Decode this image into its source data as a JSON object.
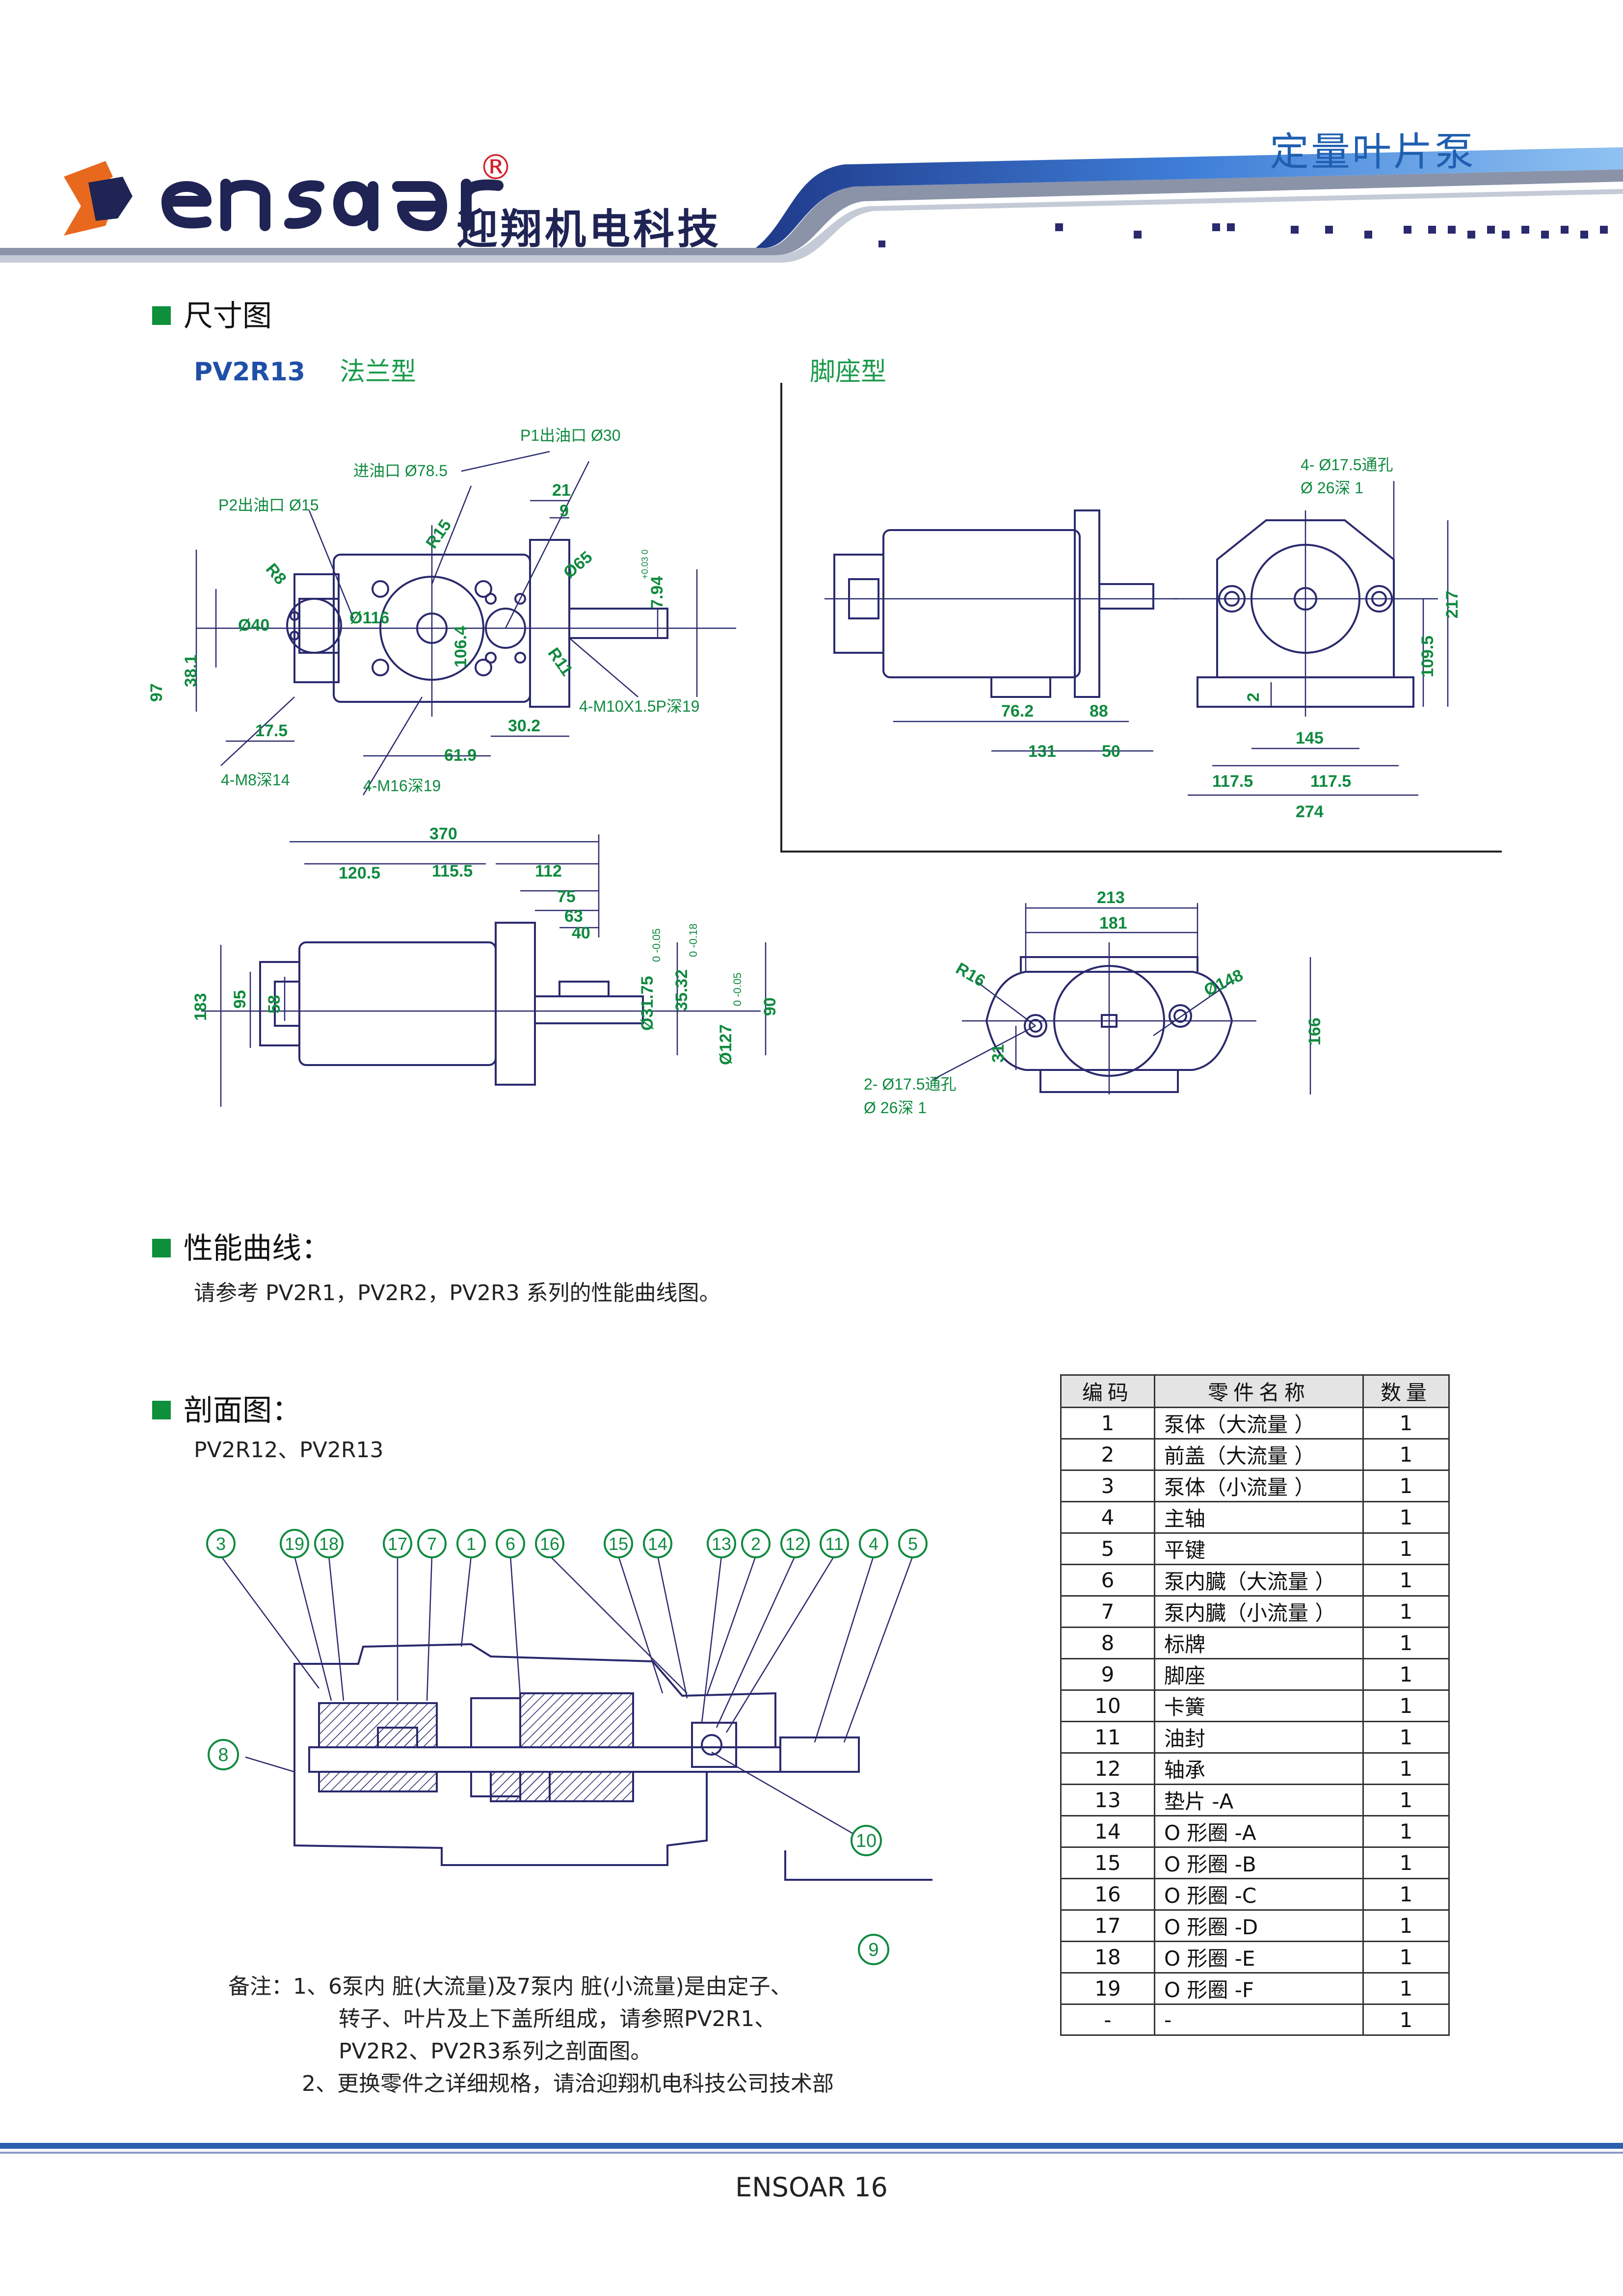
{
  "header": {
    "brand_name": "ensoar",
    "registered_mark": "®",
    "company_cn": "迎翔机电科技",
    "category": "定量叶片泵"
  },
  "sections": {
    "dimension_title": "尺寸图",
    "performance_title": "性能曲线：",
    "performance_text": "请参考 PV2R1，PV2R2，PV2R3 系列的性能曲线图。",
    "section_title": "剖面图：",
    "section_models": "PV2R12、PV2R13"
  },
  "flange_view": {
    "model": "PV2R13",
    "type": "法兰型",
    "labels": {
      "p1_outlet": "P1出油口 Ø30",
      "inlet": "进油口 Ø78.5",
      "p2_outlet": "P2出油口 Ø15",
      "d21": "21",
      "d9": "9",
      "r8": "R8",
      "r15": "R15",
      "d65": "Ø65",
      "d794": "7.94",
      "d794_tol": "+0.03 0",
      "d40": "Ø40",
      "d116": "Ø116",
      "d1064": "106.4",
      "r11": "R11",
      "d97": "97",
      "d381": "38.1",
      "d175": "17.5",
      "d302": "30.2",
      "d619": "61.9",
      "m10": "4-M10X1.5P深19",
      "m8": "4-M8深14",
      "m16": "4-M16深19",
      "d370": "370",
      "d1205": "120.5",
      "d1155": "115.5",
      "d112": "112",
      "d75": "75",
      "d63": "63",
      "d40b": "40",
      "d183": "183",
      "d95": "95",
      "d58": "58",
      "d3175": "Ø31.75",
      "d3175_tol": "0 -0.05",
      "d3532": "35.32",
      "d3532_tol": "0 -0.18",
      "d127": "Ø127",
      "d127_tol": "0 -0.05",
      "d90": "90"
    }
  },
  "foot_view": {
    "type": "脚座型",
    "labels": {
      "holes": "4- Ø17.5通孔",
      "counterbore": "Ø 26深 1",
      "d217": "217",
      "d1095": "109.5",
      "d2": "2",
      "d762": "76.2",
      "d88": "88",
      "d131": "131",
      "d50": "50",
      "d145": "145",
      "d1175a": "117.5",
      "d1175b": "117.5",
      "d274": "274"
    }
  },
  "flange_end_view": {
    "labels": {
      "d213": "213",
      "d181": "181",
      "r16": "R16",
      "d148": "Ø148",
      "d31": "31",
      "d166": "166",
      "holes": "2- Ø17.5通孔",
      "counterbore": "Ø 26深 1"
    }
  },
  "section_view": {
    "top_balloons": [
      "3",
      "19",
      "18",
      "17",
      "7",
      "1",
      "6",
      "16",
      "15",
      "14",
      "13",
      "2",
      "12",
      "11",
      "4",
      "5"
    ],
    "side_balloons": [
      "8",
      "10",
      "9"
    ]
  },
  "notes": {
    "line1": "备注：1、6泵内 脏(大流量)及7泵内 脏(小流量)是由定子、",
    "line2": "转子、叶片及上下盖所组成，请参照PV2R1、",
    "line3": "PV2R2、PV2R3系列之剖面图。",
    "line4": "2、更换零件之详细规格，请洽迎翔机电科技公司技术部"
  },
  "parts_table": {
    "headers": [
      "编码",
      "零件名称",
      "数量"
    ],
    "rows": [
      {
        "no": "1",
        "name": "泵体（大流量 ）",
        "qty": "1"
      },
      {
        "no": "2",
        "name": "前盖（大流量 ）",
        "qty": "1"
      },
      {
        "no": "3",
        "name": "泵体（小流量 ）",
        "qty": "1"
      },
      {
        "no": "4",
        "name": "主轴",
        "qty": "1"
      },
      {
        "no": "5",
        "name": "平键",
        "qty": "1"
      },
      {
        "no": "6",
        "name": "泵内臓（大流量 ）",
        "qty": "1"
      },
      {
        "no": "7",
        "name": "泵内臓（小流量 ）",
        "qty": "1"
      },
      {
        "no": "8",
        "name": "标牌",
        "qty": "1"
      },
      {
        "no": "9",
        "name": "脚座",
        "qty": "1"
      },
      {
        "no": "10",
        "name": "卡簧",
        "qty": "1"
      },
      {
        "no": "11",
        "name": "油封",
        "qty": "1"
      },
      {
        "no": "12",
        "name": "轴承",
        "qty": "1"
      },
      {
        "no": "13",
        "name": "垫片 -A",
        "qty": "1"
      },
      {
        "no": "14",
        "name": "O 形圈 -A",
        "qty": "1"
      },
      {
        "no": "15",
        "name": "O 形圈 -B",
        "qty": "1"
      },
      {
        "no": "16",
        "name": "O 形圈 -C",
        "qty": "1"
      },
      {
        "no": "17",
        "name": "O 形圈 -D",
        "qty": "1"
      },
      {
        "no": "18",
        "name": "O 形圈 -E",
        "qty": "1"
      },
      {
        "no": "19",
        "name": "O 形圈 -F",
        "qty": "1"
      },
      {
        "no": "-",
        "name": "-",
        "qty": "1"
      }
    ]
  },
  "footer": {
    "page_label": "ENSOAR 16"
  },
  "colors": {
    "brand_orange": "#e8681e",
    "brand_navy": "#1f2454",
    "accent_blue": "#1f5fb0",
    "heading_green": "#0d8f3b",
    "dimension_green": "#0f8a3f",
    "line_navy": "#2a2a6e"
  }
}
